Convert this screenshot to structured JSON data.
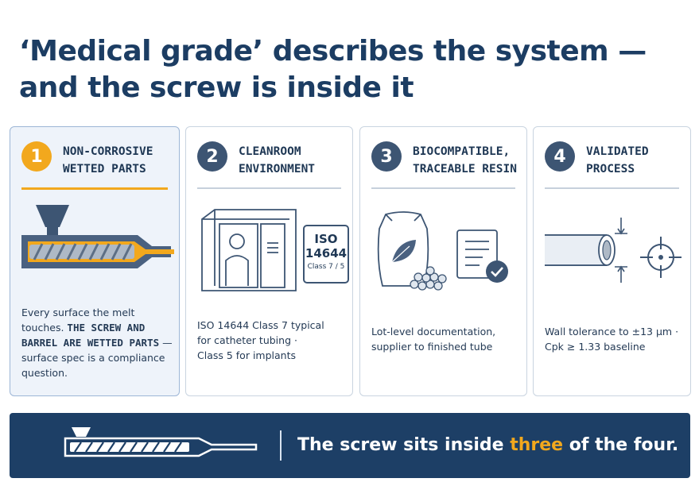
{
  "title": {
    "line1": "‘Medical grade’ describes the system —",
    "line2": "and the screw is inside it"
  },
  "cards": [
    {
      "number": "1",
      "heading_line1": "NON-CORROSIVE",
      "heading_line2": "WETTED PARTS",
      "body": {
        "line1": "Every surface the melt",
        "line2_plain": "touches. ",
        "line2_bold": "THE SCREW AND",
        "line3_bold": "BARREL ARE WETTED PARTS",
        "line3_plain": " —",
        "line4": "surface spec is a compliance",
        "line5": "question."
      }
    },
    {
      "number": "2",
      "heading_line1": "CLEANROOM",
      "heading_line2": "ENVIRONMENT",
      "badge": {
        "line1": "ISO",
        "line2": "14644",
        "line3": "Class 7 / 5"
      },
      "body": {
        "line1": "ISO 14644 Class 7 typical",
        "line2": "for catheter tubing ·",
        "line3": "Class 5 for implants"
      }
    },
    {
      "number": "3",
      "heading_line1": "BIOCOMPATIBLE,",
      "heading_line2": "TRACEABLE RESIN",
      "body": {
        "line1": "Lot-level documentation,",
        "line2": "supplier to finished tube"
      }
    },
    {
      "number": "4",
      "heading_line1": "VALIDATED",
      "heading_line2": "PROCESS",
      "body": {
        "line1": "Wall tolerance to ±13 µm ·",
        "line2": "Cpk ≥ 1.33 baseline"
      }
    }
  ],
  "banner": {
    "before": "The screw sits inside ",
    "highlight": "three",
    "after": " of the four."
  },
  "icons": [
    "extruder-screw-icon",
    "cleanroom-icon",
    "resin-bag-icon",
    "document-check-icon",
    "tube-icon",
    "crosshair-icon"
  ],
  "colors": {
    "accent": "#f2a81d",
    "navy": "#1d3f66",
    "step": "#3d5573"
  }
}
